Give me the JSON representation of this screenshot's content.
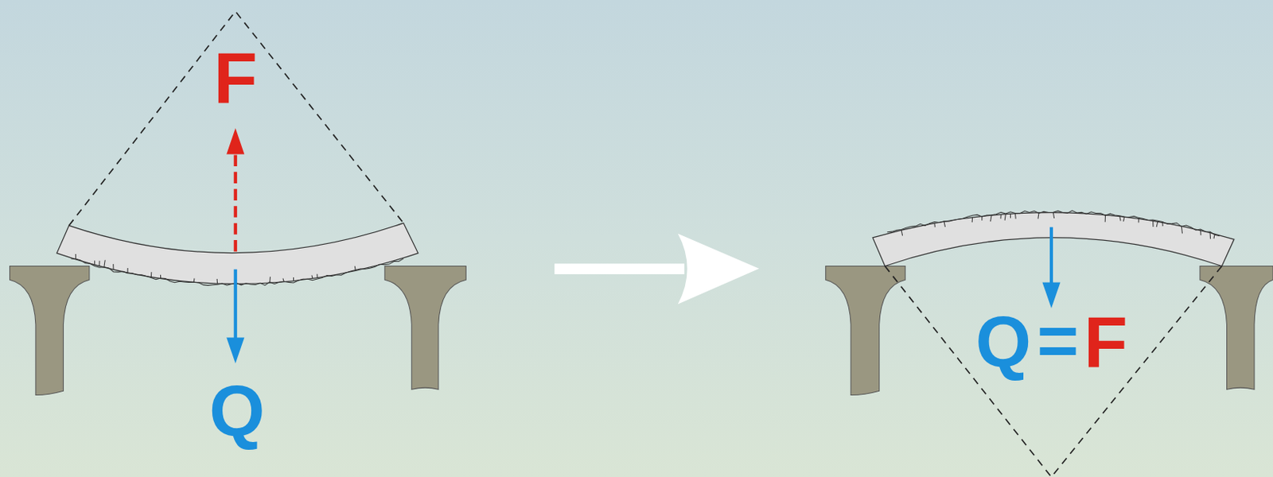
{
  "diagram": {
    "labels": [
      "F",
      "Q",
      "Q",
      "=",
      "F"
    ]
  }
}
